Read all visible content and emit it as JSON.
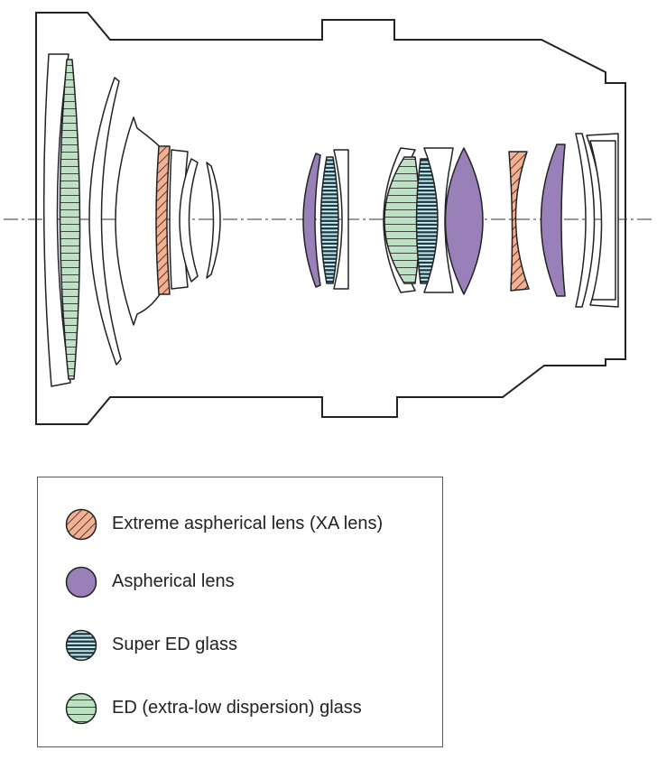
{
  "colors": {
    "xa": "#f4b091",
    "aspherical": "#9a80b8",
    "super_ed_fill": "#c9ecec",
    "super_ed_stripe": "#1e3a48",
    "ed": "#bde3c4",
    "outline": "#222222"
  },
  "legend": {
    "items": [
      {
        "key": "xa",
        "label": "Extreme aspherical lens (XA lens)",
        "pattern": "diagonal"
      },
      {
        "key": "aspherical",
        "label": "Aspherical lens",
        "pattern": "solid"
      },
      {
        "key": "super_ed",
        "label": "Super ED glass",
        "pattern": "dense-horizontal"
      },
      {
        "key": "ed",
        "label": "ED (extra-low dispersion) glass",
        "pattern": "horizontal"
      }
    ]
  }
}
